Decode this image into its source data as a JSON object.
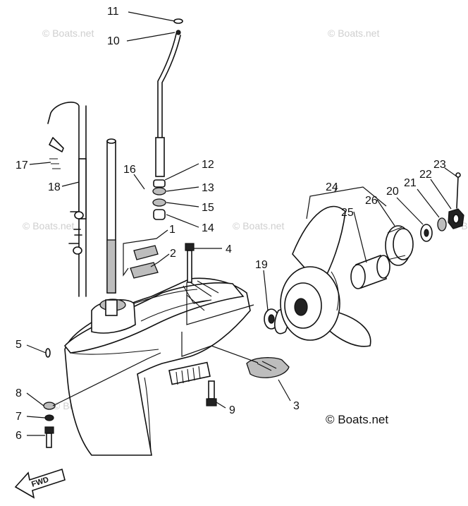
{
  "watermarks": [
    "© Boats.net",
    "© Boats.net",
    "© Boats.net",
    "© Boats.net",
    "© Boats.net",
    "© Boats.net"
  ],
  "watermark_main": "© Boats.net",
  "direction_label": "FWD",
  "callouts": {
    "c1": "1",
    "c2": "2",
    "c3": "3",
    "c4": "4",
    "c5": "5",
    "c6": "6",
    "c7": "7",
    "c8": "8",
    "c9": "9",
    "c10": "10",
    "c11": "11",
    "c12": "12",
    "c13": "13",
    "c14": "14",
    "c15": "15",
    "c16": "16",
    "c17": "17",
    "c18": "18",
    "c19": "19",
    "c20": "20",
    "c21": "21",
    "c22": "22",
    "c23": "23",
    "c24": "24",
    "c25": "25",
    "c26": "26"
  }
}
